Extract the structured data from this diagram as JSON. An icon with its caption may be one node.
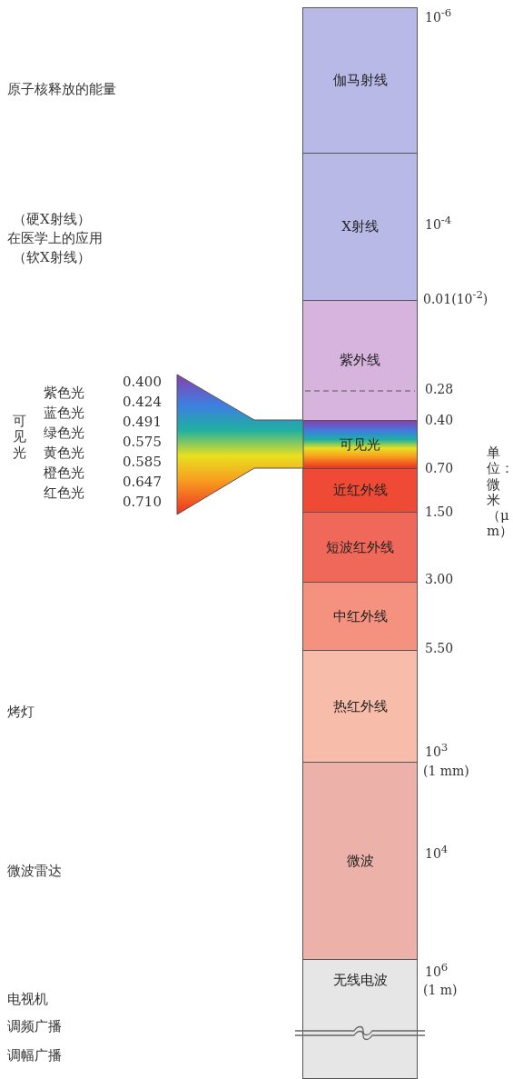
{
  "diagram": {
    "nodes": [
      {
        "text": [
          "伽马射线"
        ]
      },
      {
        "text": [
          "X射线"
        ],
        "beside": [
          "（硬X射线）",
          "在医学上的应用",
          "（软X射线）"
        ]
      },
      {
        "text": [
          "紫外线"
        ]
      },
      {
        "text": [
          "可见光"
        ]
      },
      {
        "text": [
          "近红外线"
        ]
      },
      {
        "text": [
          "短波红外线"
        ]
      },
      {
        "text": [
          "中红外线"
        ]
      },
      {
        "text": [
          "热红外线"
        ]
      },
      {
        "text": [
          "微波"
        ]
      },
      {
        "text": [
          "无线电波"
        ],
        "beside": [
          "电视机",
          "调频广播",
          "调幅广播"
        ]
      }
    ],
    "labels": [
      "10$^{-6}$",
      "原子核释放的能量",
      "10$^{-4}$",
      "0.01(10$^{-2}$)",
      "0.28",
      "0.40",
      "可见光",
      "紫色光",
      "蓝色光",
      "绿色光",
      "黄色光",
      "橙色光",
      "红色光",
      "0.400",
      "0.424",
      "0.491",
      "0.575",
      "0.585",
      "0.647",
      "0.710",
      "0.70",
      "1.50",
      "单位：微米（μm）",
      "3.00",
      "5.50",
      "烤灯",
      "10$^{3}$",
      "(1 mm)",
      "10$^{4}$",
      "微波雷达",
      "10$^{6}$",
      "(1 m)"
    ]
  }
}
